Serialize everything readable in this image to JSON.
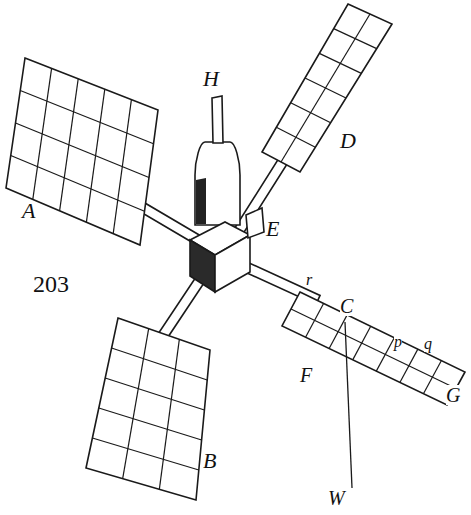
{
  "diagram": {
    "labels": [
      "H",
      "A",
      "D",
      "E",
      "203",
      "B",
      "r",
      "C",
      "F",
      "p",
      "q",
      "G",
      "W"
    ]
  }
}
